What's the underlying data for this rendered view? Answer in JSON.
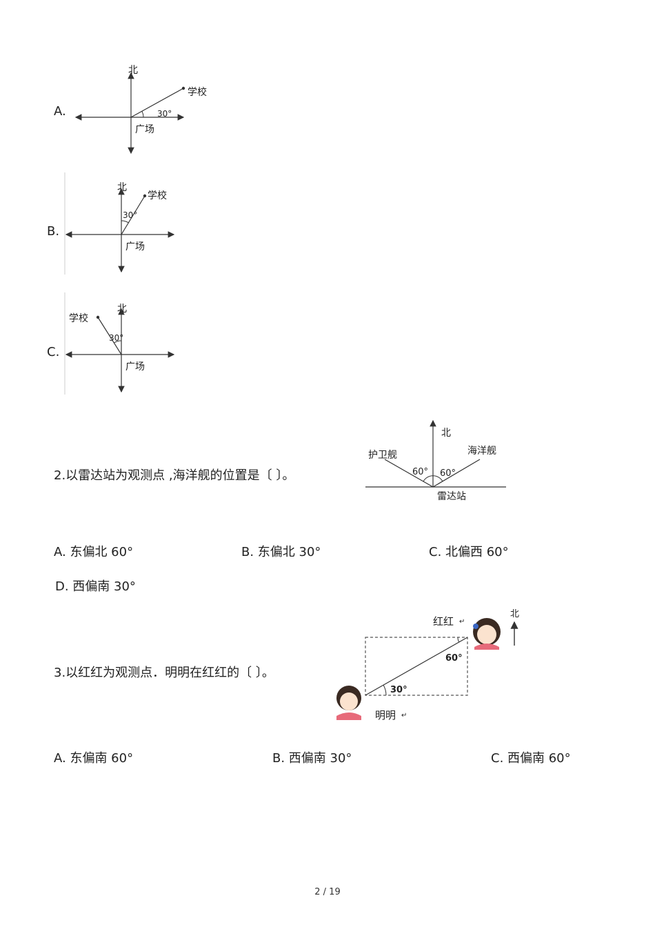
{
  "q1_options": [
    {
      "label": "A.",
      "north": "北",
      "school": "学校",
      "square": "广场",
      "angle": "30°"
    },
    {
      "label": "B.",
      "north": "北",
      "school": "学校",
      "square": "广场",
      "angle": "30°"
    },
    {
      "label": "C.",
      "north": "北",
      "school": "学校",
      "square": "广场",
      "angle": "30°"
    }
  ],
  "q2": {
    "text": "2.以雷达站为观测点 ,海洋舰的位置是〔        〕。",
    "figure": {
      "north": "北",
      "frigate": "护卫舰",
      "ocean_ship": "海洋舰",
      "radar": "雷达站",
      "angle_left": "60°",
      "angle_right": "60°"
    },
    "choices": [
      "A. 东偏北 60°",
      "B. 东偏北 30°",
      "C. 北偏西 60°",
      "D. 西偏南 30°"
    ]
  },
  "q3": {
    "text": "3.以红红为观测点．明明在红红的〔        〕。",
    "figure": {
      "north": "北",
      "honghong": "红红",
      "mingming": "明明",
      "angle_top": "60°",
      "angle_bottom": "30°"
    },
    "choices": [
      "A. 东偏南 60°",
      "B. 西偏南 30°",
      "C. 西偏南 60°"
    ]
  },
  "footer": {
    "page": "2 / 19"
  }
}
